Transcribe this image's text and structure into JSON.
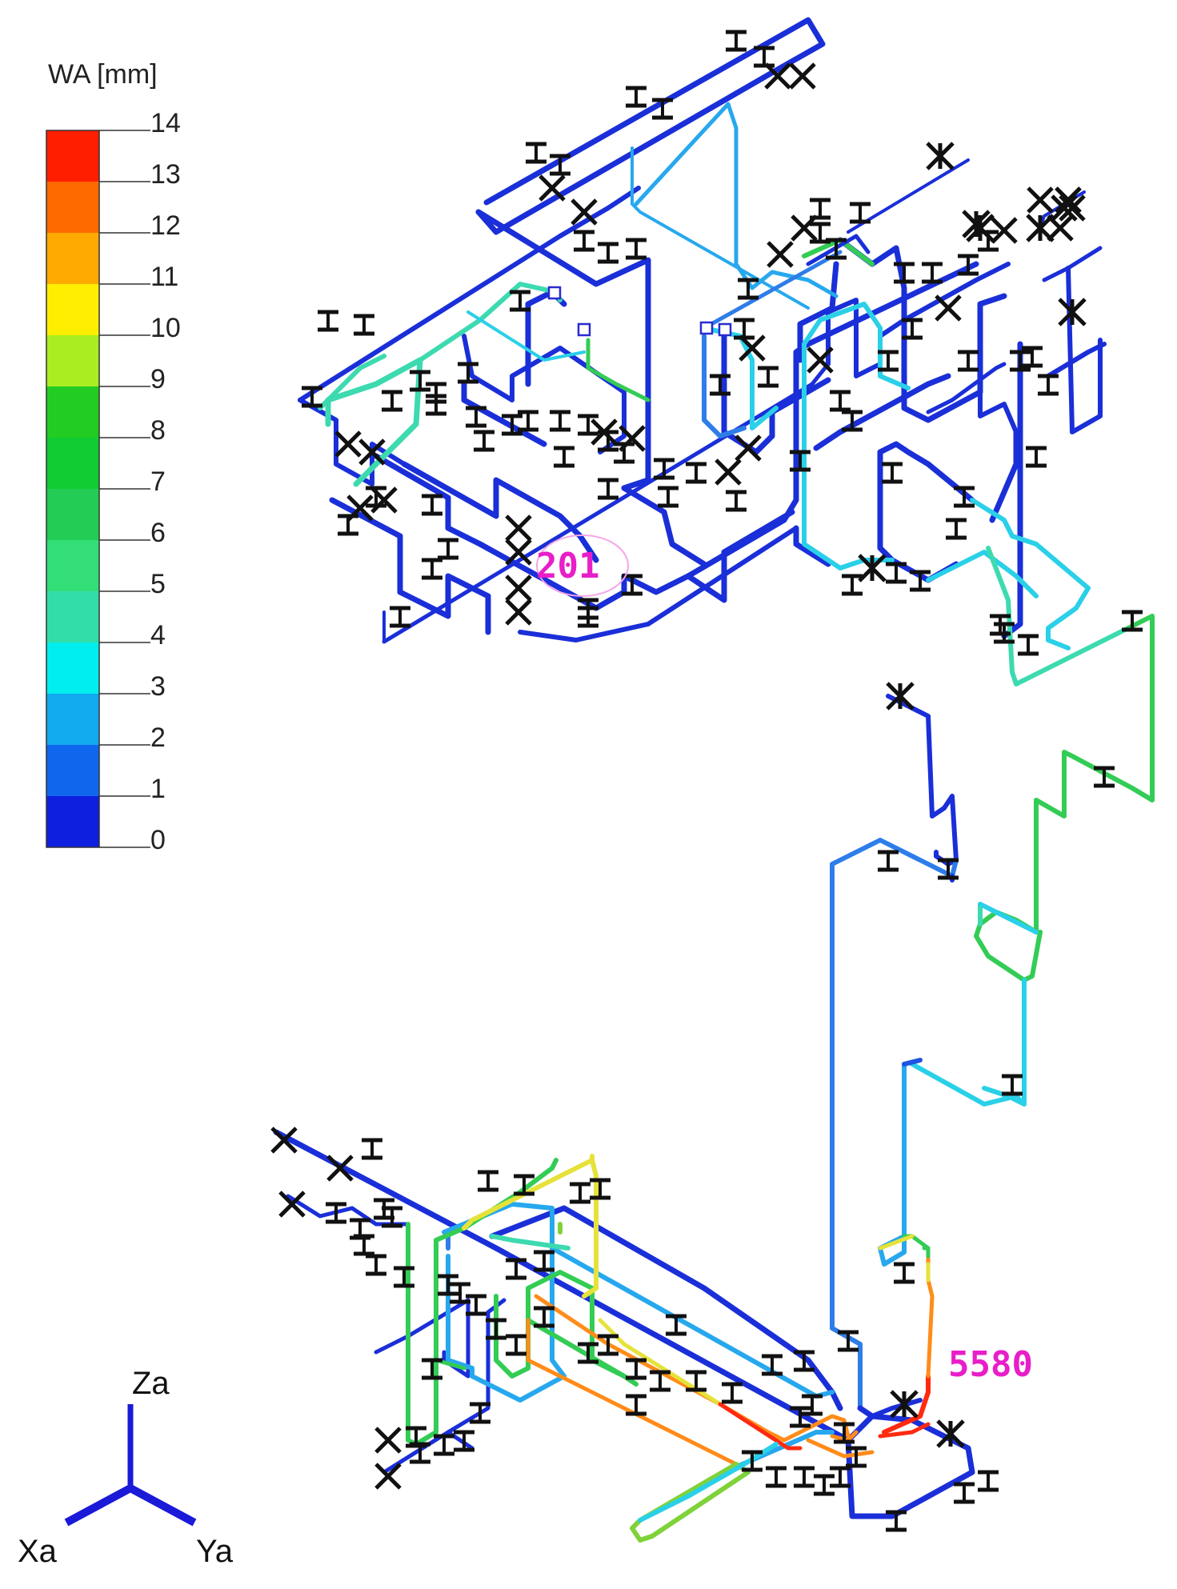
{
  "legend": {
    "title": "WA [mm]",
    "ticks": [
      "14",
      "13",
      "12",
      "11",
      "10",
      "9",
      "8",
      "7",
      "6",
      "5",
      "4",
      "3",
      "2",
      "1",
      "0"
    ],
    "colors": [
      "#ff1e00",
      "#ff6a00",
      "#ffaa00",
      "#ffee00",
      "#aaee22",
      "#22cc22",
      "#11cc33",
      "#22cc55",
      "#33dd77",
      "#33ddaa",
      "#00eeee",
      "#11aaee",
      "#1166ee",
      "#0f1fe0"
    ]
  },
  "node_labels": {
    "node_201": "201",
    "node_5580": "5580"
  },
  "axes": {
    "z": "Za",
    "x": "Xa",
    "y": "Ya",
    "color": "#1a1ad8"
  }
}
